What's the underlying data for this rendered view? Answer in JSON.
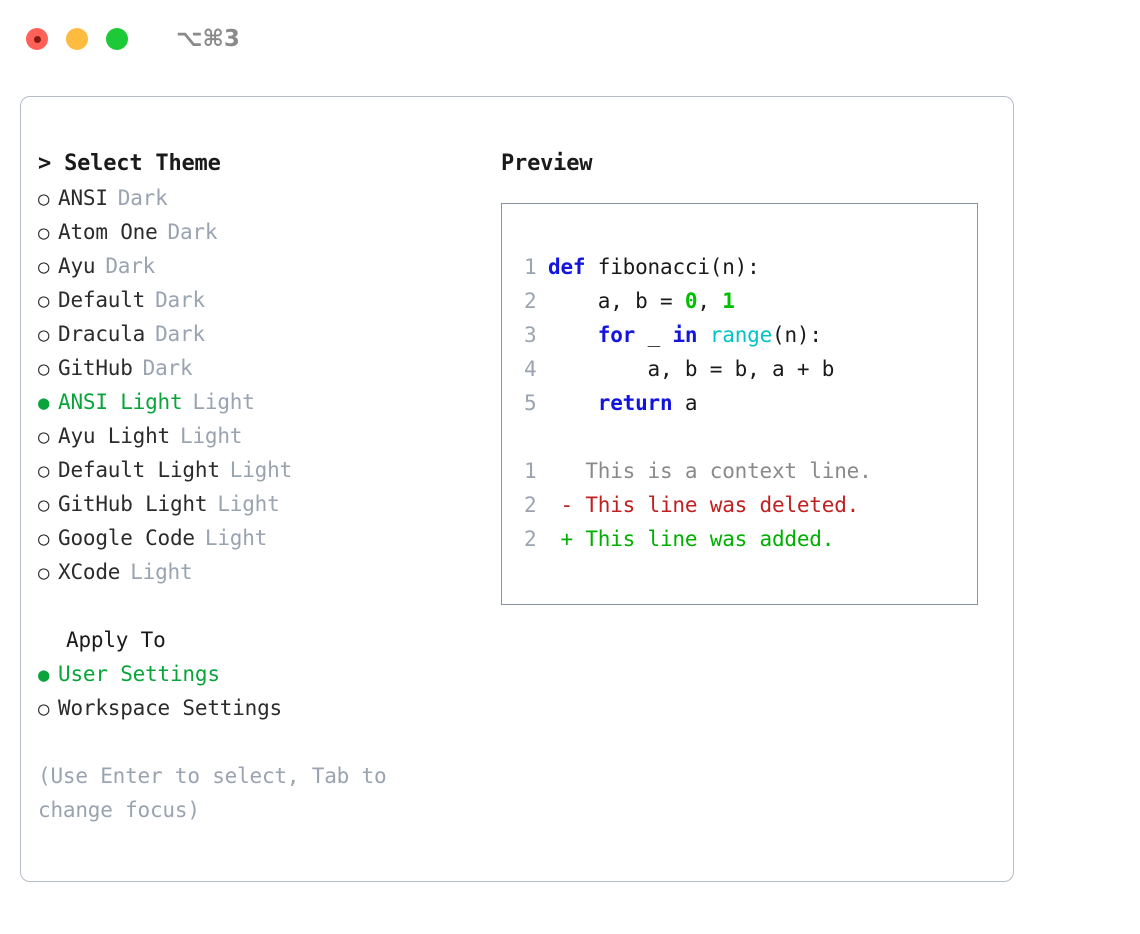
{
  "titlebar": {
    "shortcut": "⌥⌘3",
    "buttons": [
      {
        "name": "close",
        "color": "#ff6058"
      },
      {
        "name": "minimize",
        "color": "#fdbc40"
      },
      {
        "name": "maximize",
        "color": "#1dc936"
      }
    ]
  },
  "theme_panel": {
    "header": "> Select Theme",
    "items": [
      {
        "bullet": "○",
        "label": "ANSI",
        "mode": "Dark",
        "selected": false
      },
      {
        "bullet": "○",
        "label": "Atom One",
        "mode": "Dark",
        "selected": false
      },
      {
        "bullet": "○",
        "label": "Ayu",
        "mode": "Dark",
        "selected": false
      },
      {
        "bullet": "○",
        "label": "Default",
        "mode": "Dark",
        "selected": false
      },
      {
        "bullet": "○",
        "label": "Dracula",
        "mode": "Dark",
        "selected": false
      },
      {
        "bullet": "○",
        "label": "GitHub",
        "mode": "Dark",
        "selected": false
      },
      {
        "bullet": "●",
        "label": "ANSI Light",
        "mode": "Light",
        "selected": true
      },
      {
        "bullet": "○",
        "label": "Ayu Light",
        "mode": "Light",
        "selected": false
      },
      {
        "bullet": "○",
        "label": "Default Light",
        "mode": "Light",
        "selected": false
      },
      {
        "bullet": "○",
        "label": "GitHub Light",
        "mode": "Light",
        "selected": false
      },
      {
        "bullet": "○",
        "label": "Google Code",
        "mode": "Light",
        "selected": false
      },
      {
        "bullet": "○",
        "label": "XCode",
        "mode": "Light",
        "selected": false
      }
    ]
  },
  "apply_to": {
    "title": "Apply To",
    "items": [
      {
        "bullet": "●",
        "label": "User Settings",
        "selected": true
      },
      {
        "bullet": "○",
        "label": "Workspace Settings",
        "selected": false
      }
    ]
  },
  "hint": "(Use Enter to select, Tab to change focus)",
  "preview": {
    "title": "Preview",
    "code_lines": [
      {
        "no": "1",
        "segments": [
          {
            "t": "def",
            "c": "kw"
          },
          {
            "t": " fibonacci(n):",
            "c": "txt"
          }
        ]
      },
      {
        "no": "2",
        "segments": [
          {
            "t": "    a, b = ",
            "c": "txt"
          },
          {
            "t": "0",
            "c": "num"
          },
          {
            "t": ", ",
            "c": "txt"
          },
          {
            "t": "1",
            "c": "num"
          }
        ]
      },
      {
        "no": "3",
        "segments": [
          {
            "t": "    ",
            "c": "txt"
          },
          {
            "t": "for",
            "c": "kw"
          },
          {
            "t": " _ ",
            "c": "txt"
          },
          {
            "t": "in",
            "c": "kw"
          },
          {
            "t": " ",
            "c": "txt"
          },
          {
            "t": "range",
            "c": "fn"
          },
          {
            "t": "(n):",
            "c": "txt"
          }
        ]
      },
      {
        "no": "4",
        "segments": [
          {
            "t": "        a, b = b, a + b",
            "c": "txt"
          }
        ]
      },
      {
        "no": "5",
        "segments": [
          {
            "t": "    ",
            "c": "txt"
          },
          {
            "t": "return",
            "c": "kw"
          },
          {
            "t": " a",
            "c": "txt"
          }
        ]
      },
      {
        "no": "",
        "segments": [
          {
            "t": " ",
            "c": "txt"
          }
        ]
      },
      {
        "no": "1",
        "segments": [
          {
            "t": "   This is a context line.",
            "c": "ctx"
          }
        ]
      },
      {
        "no": "2",
        "segments": [
          {
            "t": " - This line was deleted.",
            "c": "del"
          }
        ]
      },
      {
        "no": "2",
        "segments": [
          {
            "t": " + This line was added.",
            "c": "add"
          }
        ]
      }
    ]
  },
  "colors": {
    "accent_green": "#0aa53a",
    "muted": "#9aa3b0",
    "keyword_blue": "#1414e0",
    "function_cyan": "#00c4c4",
    "number_green": "#00c000",
    "diff_delete_red": "#c02020",
    "diff_add_green": "#00b000",
    "panel_border": "#b6bdc7",
    "preview_border": "#8a94a6"
  }
}
